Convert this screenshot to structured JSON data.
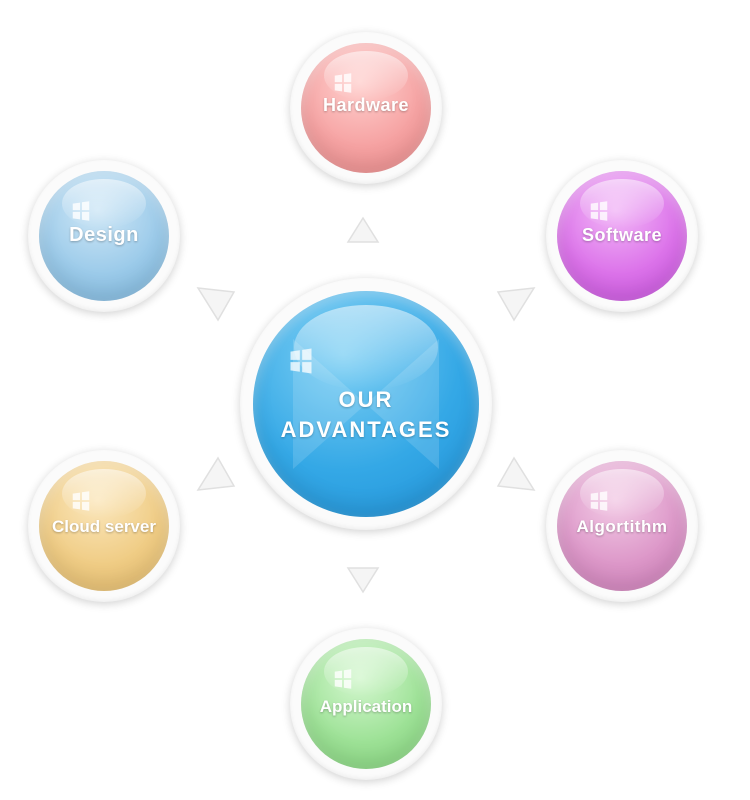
{
  "center": {
    "line1": "OUR",
    "line2": "ADVANTAGES"
  },
  "nodes": {
    "hardware": {
      "label": "Hardware",
      "color_light": "#ffd1cf",
      "color_mid": "#f6a3a3",
      "color_dark": "#ee8a8a"
    },
    "software": {
      "label": "Software",
      "color_light": "#f2b8f7",
      "color_mid": "#dc73ea",
      "color_dark": "#c84fe0"
    },
    "design": {
      "label": "Design",
      "color_light": "#cfe7f6",
      "color_mid": "#9ccbea",
      "color_dark": "#7cb8e0"
    },
    "algortithm": {
      "label": "Algortithm",
      "color_light": "#f3cce6",
      "color_mid": "#dd98c9",
      "color_dark": "#cf7cba"
    },
    "cloud_server": {
      "label": "Cloud server",
      "color_light": "#fbe7bd",
      "color_mid": "#f0cd86",
      "color_dark": "#e8bd6a"
    },
    "application": {
      "label": "Application",
      "color_light": "#d4f7cf",
      "color_mid": "#9ee297",
      "color_dark": "#84d77c"
    }
  },
  "colors": {
    "center": "#34a8e6",
    "ring": "#fbfbfb",
    "arrow": "#f1f1f1"
  }
}
